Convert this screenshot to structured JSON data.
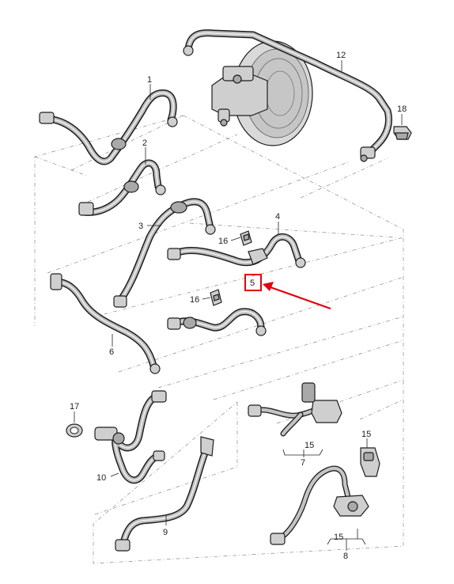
{
  "callouts": {
    "c1": "1",
    "c2": "2",
    "c3": "3",
    "c4": "4",
    "c5": "5",
    "c6": "6",
    "c7": "7",
    "c8": "8",
    "c9": "9",
    "c10": "10",
    "c12": "12",
    "c15a": "15",
    "c15b": "15",
    "c15c": "15",
    "c16a": "16",
    "c16b": "16",
    "c17": "17",
    "c18": "18"
  },
  "highlight": {
    "target": "5",
    "color": "#e3000f"
  }
}
